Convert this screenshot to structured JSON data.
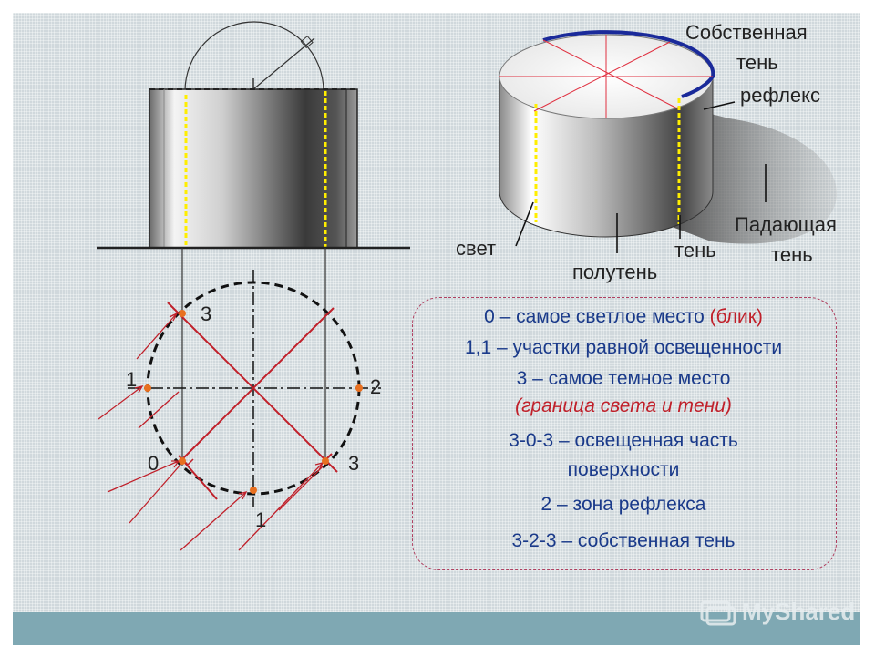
{
  "labels": {
    "own_shadow": "Собственная",
    "own_shadow_2": "тень",
    "reflex": "рефлекс",
    "cast_shadow": "Падающая",
    "cast_shadow_2": "тень",
    "light": "свет",
    "penumbra": "полутень",
    "shadow": "тень",
    "pt_3_top": "3",
    "pt_1_left": "1",
    "pt_2": "2",
    "pt_0": "0",
    "pt_3_bottom": "3",
    "pt_1_bottom": "1"
  },
  "legend": {
    "line1_a": "0 – самое светлое место ",
    "line1_b": "(блик)",
    "line2": "1,1 – участки равной освещенности",
    "line3": "3 – самое темное место",
    "line4": "(граница света и тени)",
    "line5": "3-0-3 – освещенная часть",
    "line6": "поверхности",
    "line7": "2 – зона рефлекса",
    "line8": "3-2-3 – собственная тень"
  },
  "logo": {
    "text": "MyShared"
  },
  "colors": {
    "accent_red": "#c0202a",
    "text_blue": "#1a3a8a",
    "highlight_yellow": "#ffee00",
    "edge_blue": "#1a2a9a"
  }
}
